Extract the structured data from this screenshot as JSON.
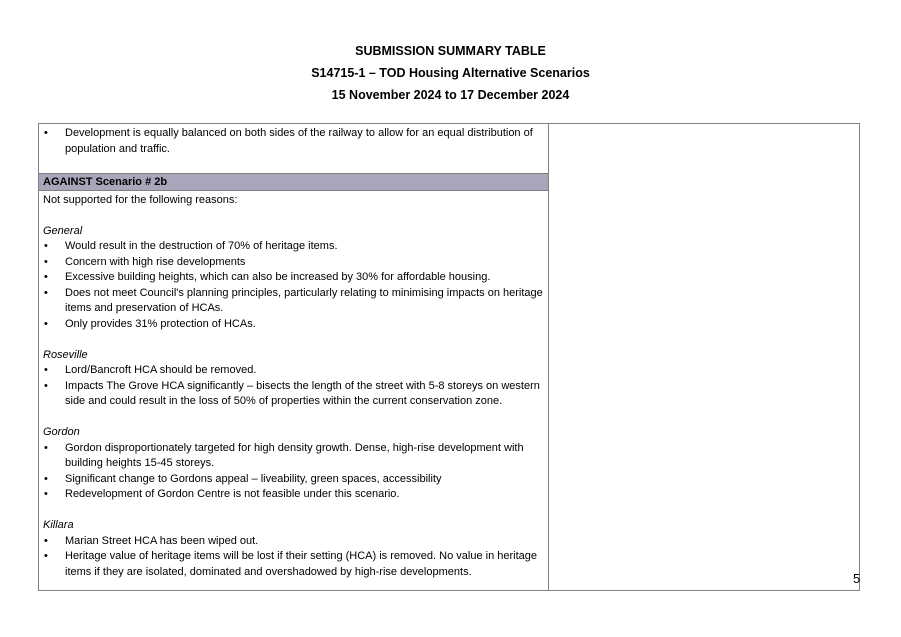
{
  "titles": [
    "SUBMISSION SUMMARY TABLE",
    "S14715-1 – TOD Housing Alternative Scenarios",
    "15 November 2024 to 17 December 2024"
  ],
  "row1": {
    "bullets": [
      "Development is equally balanced on both sides of the railway to allow for an equal distribution of population and traffic."
    ]
  },
  "against": {
    "heading": "AGAINST Scenario # 2b",
    "intro": "Not supported for the following reasons:",
    "sections": [
      {
        "title": "General",
        "bullets": [
          "Would result in the destruction of 70% of heritage items.",
          "Concern with high rise developments",
          "Excessive building heights, which can also be increased by 30% for affordable housing.",
          "Does not meet Council's planning principles, particularly relating to minimising impacts on heritage items and preservation of HCAs.",
          "Only provides 31% protection of HCAs."
        ]
      },
      {
        "title": "Roseville",
        "bullets": [
          "Lord/Bancroft HCA should be removed.",
          "Impacts The Grove HCA significantly – bisects the length of the street with 5-8 storeys on western side and could result in the loss of 50% of properties within the current conservation zone."
        ]
      },
      {
        "title": "Gordon",
        "bullets": [
          "Gordon disproportionately targeted for high density growth. Dense, high-rise development with building heights 15-45 storeys.",
          "Significant change to Gordons appeal – liveability, green spaces, accessibility",
          "Redevelopment of Gordon Centre is not feasible under this scenario."
        ]
      },
      {
        "title": "Killara",
        "bullets": [
          "Marian Street HCA has been wiped out.",
          "Heritage value of heritage items will be lost if their setting (HCA) is removed. No value in heritage items if they are isolated, dominated and overshadowed by high-rise developments."
        ]
      }
    ]
  },
  "page_number": "5",
  "colors": {
    "header_bg": "#a9a6bc",
    "border": "#808080"
  }
}
